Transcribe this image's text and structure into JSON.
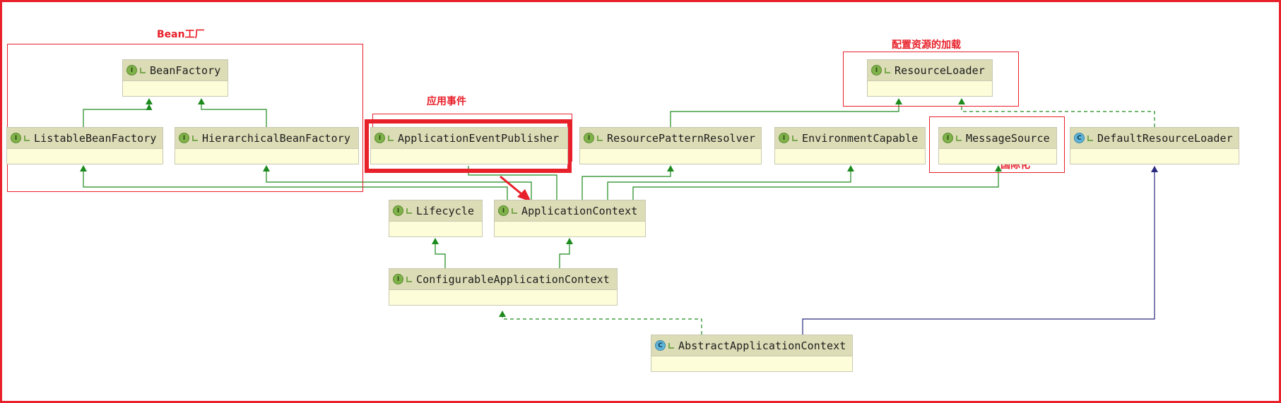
{
  "colors": {
    "accent_red": "#e8202a",
    "edge_green": "#1d8a1d",
    "edge_navy": "#2a2a80",
    "node_header": "#dcdcb6",
    "node_body": "#fefdd9"
  },
  "groups": {
    "bean_factory": "Bean工厂",
    "application_event": "应用事件",
    "resource_loading": "配置资源的加载",
    "i18n": "国际化"
  },
  "nodes": {
    "bean_factory": {
      "name": "BeanFactory",
      "kind": "I"
    },
    "listable_bean_factory": {
      "name": "ListableBeanFactory",
      "kind": "I"
    },
    "hierarchical_bean_factory": {
      "name": "HierarchicalBeanFactory",
      "kind": "I"
    },
    "application_event_publisher": {
      "name": "ApplicationEventPublisher",
      "kind": "I"
    },
    "resource_pattern_resolver": {
      "name": "ResourcePatternResolver",
      "kind": "I"
    },
    "environment_capable": {
      "name": "EnvironmentCapable",
      "kind": "I"
    },
    "message_source": {
      "name": "MessageSource",
      "kind": "I"
    },
    "default_resource_loader": {
      "name": "DefaultResourceLoader",
      "kind": "C"
    },
    "resource_loader": {
      "name": "ResourceLoader",
      "kind": "I"
    },
    "lifecycle": {
      "name": "Lifecycle",
      "kind": "I"
    },
    "application_context": {
      "name": "ApplicationContext",
      "kind": "I"
    },
    "configurable_application_context": {
      "name": "ConfigurableApplicationContext",
      "kind": "I"
    },
    "abstract_application_context": {
      "name": "AbstractApplicationContext",
      "kind": "C"
    }
  }
}
